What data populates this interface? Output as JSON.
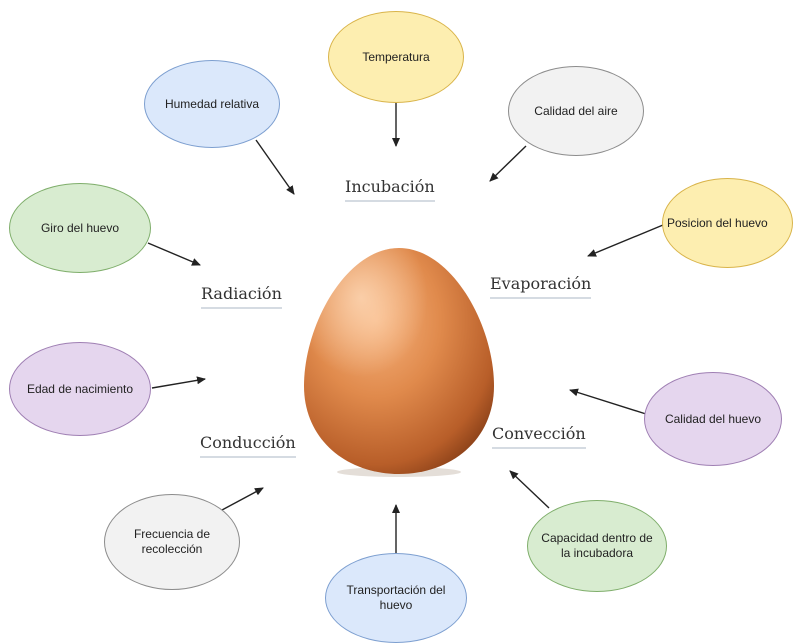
{
  "center": {
    "subject": "egg"
  },
  "bubbles": {
    "temperatura": "Temperatura",
    "humedad": "Humedad relativa",
    "calidad_aire": "Calidad del aire",
    "giro": "Giro del huevo",
    "posicion": "Posicion del huevo",
    "edad": "Edad de nacimiento",
    "calidad_huevo": "Calidad del huevo",
    "frecuencia": "Frecuencia de recolección",
    "transportacion": "Transportación del huevo",
    "capacidad": "Capacidad dentro de la incubadora"
  },
  "labels": {
    "incubacion": "Incubación",
    "radiacion": "Radiación",
    "evaporacion": "Evaporación",
    "conduccion": "Conducción",
    "conveccion": "Convección"
  },
  "colors": {
    "yellow": "#fdeeb0",
    "blue": "#dbe8fb",
    "grey": "#f2f2f2",
    "green": "#d8ecd0",
    "purple": "#e5d6ee",
    "egg": "#e08a4c"
  }
}
